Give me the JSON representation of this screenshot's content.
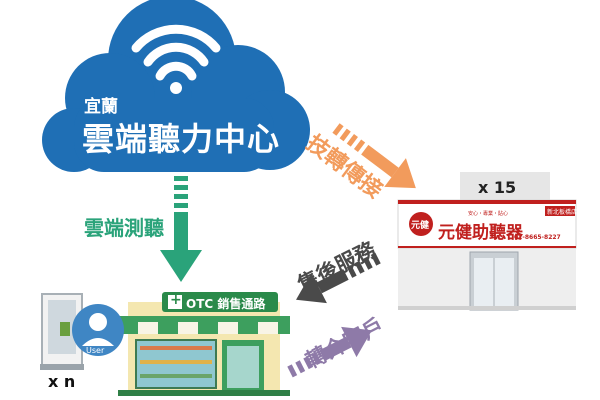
{
  "cloud": {
    "subtitle": "宜蘭",
    "title": "雲端聽力中心"
  },
  "arrows": {
    "tech_support": "技轉傳接",
    "cloud_test": "雲端測聽",
    "after_sales": "售後服務",
    "referral": "轉介客戶"
  },
  "store": {
    "count": "x 15",
    "brand": "元健助聽器",
    "tagline": "安心・專業・貼心",
    "branch": "新北板橋店",
    "phone": "02-8665-8227",
    "logo_mark": "元健"
  },
  "otc": {
    "sign": "OTC 銷售通路",
    "plus": "+"
  },
  "booth": {
    "user_label": "User",
    "count": "x n"
  },
  "colors": {
    "cloud": "#1f6fb5",
    "green": "#2aa37a",
    "orange": "#f29b5c",
    "gray": "#4a4a4a",
    "purple": "#8e7aa8"
  }
}
